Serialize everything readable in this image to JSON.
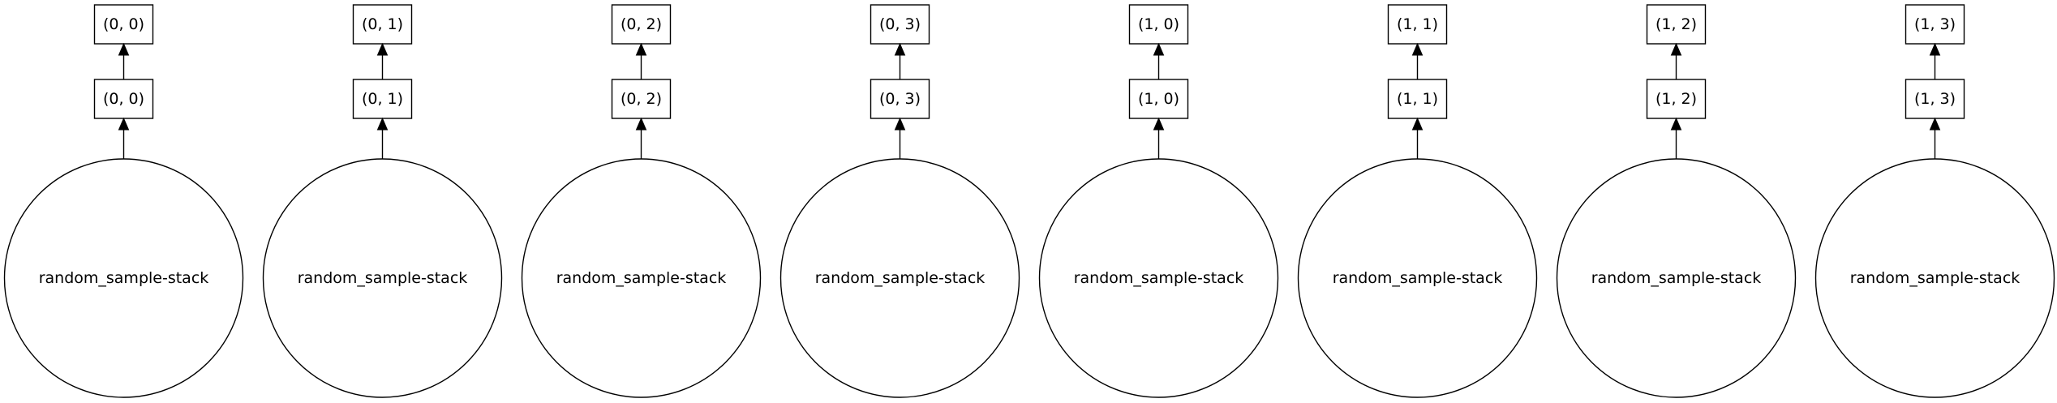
{
  "columns": [
    {
      "task": "random_sample-stack",
      "middle": "(0, 0)",
      "top": "(0, 0)"
    },
    {
      "task": "random_sample-stack",
      "middle": "(0, 1)",
      "top": "(0, 1)"
    },
    {
      "task": "random_sample-stack",
      "middle": "(0, 2)",
      "top": "(0, 2)"
    },
    {
      "task": "random_sample-stack",
      "middle": "(0, 3)",
      "top": "(0, 3)"
    },
    {
      "task": "random_sample-stack",
      "middle": "(1, 0)",
      "top": "(1, 0)"
    },
    {
      "task": "random_sample-stack",
      "middle": "(1, 1)",
      "top": "(1, 1)"
    },
    {
      "task": "random_sample-stack",
      "middle": "(1, 2)",
      "top": "(1, 2)"
    },
    {
      "task": "random_sample-stack",
      "middle": "(1, 3)",
      "top": "(1, 3)"
    }
  ]
}
